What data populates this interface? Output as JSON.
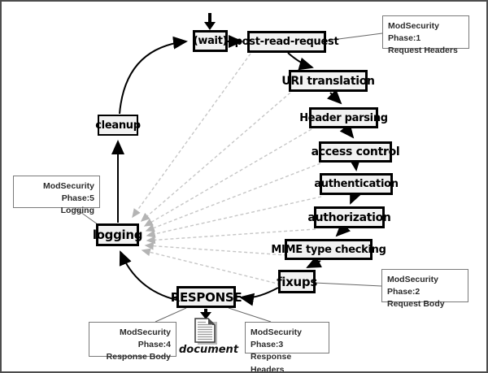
{
  "diagram": {
    "type": "flow-diagram",
    "subject": "Apache request processing cycle with ModSecurity phases",
    "nodes": {
      "wait": "(wait)",
      "post_read_request": "post-read-request",
      "uri_translation": "URI translation",
      "header_parsing": "Header parsing",
      "access_control": "access control",
      "authentication": "authentication",
      "authorization": "authorization",
      "mime_type_checking": "MIME type checking",
      "fixups": "fixups",
      "response": "RESPONSE",
      "logging": "logging",
      "cleanup": "cleanup"
    },
    "annotations": {
      "phase1": {
        "line1": "ModSecurity Phase:1",
        "line2": "Request Headers"
      },
      "phase2": {
        "line1": "ModSecurity Phase:2",
        "line2": "Request Body"
      },
      "phase3": {
        "line1": "ModSecurity Phase:3",
        "line2": "Response Headers"
      },
      "phase4": {
        "line1": "ModSecurity Phase:4",
        "line2": "Response Body"
      },
      "phase5": {
        "line1": "ModSecurity Phase:5",
        "line2": "Logging"
      }
    },
    "document_label": "document",
    "flow_order": [
      "(wait)",
      "post-read-request",
      "URI translation",
      "Header parsing",
      "access control",
      "authentication",
      "authorization",
      "MIME type checking",
      "fixups",
      "RESPONSE",
      "logging",
      "cleanup"
    ],
    "dashed_links_to_logging": [
      "post-read-request",
      "URI translation",
      "Header parsing",
      "access control",
      "authentication",
      "authorization",
      "MIME type checking",
      "fixups"
    ],
    "annotation_links": [
      {
        "from": "post-read-request",
        "to": "phase1"
      },
      {
        "from": "fixups",
        "to": "phase2"
      },
      {
        "from": "RESPONSE",
        "to": "phase3"
      },
      {
        "from": "RESPONSE",
        "to": "phase4"
      },
      {
        "from": "logging",
        "to": "phase5"
      }
    ],
    "colors": {
      "node_fill": "#f2f2f2",
      "node_border": "#000000",
      "annotation_border": "#7a7a7a",
      "annotation_text": "#2b2b2b",
      "dashed_link": "#c6c6c6",
      "page_border": "#4d4d4d",
      "background": "#ffffff"
    }
  }
}
